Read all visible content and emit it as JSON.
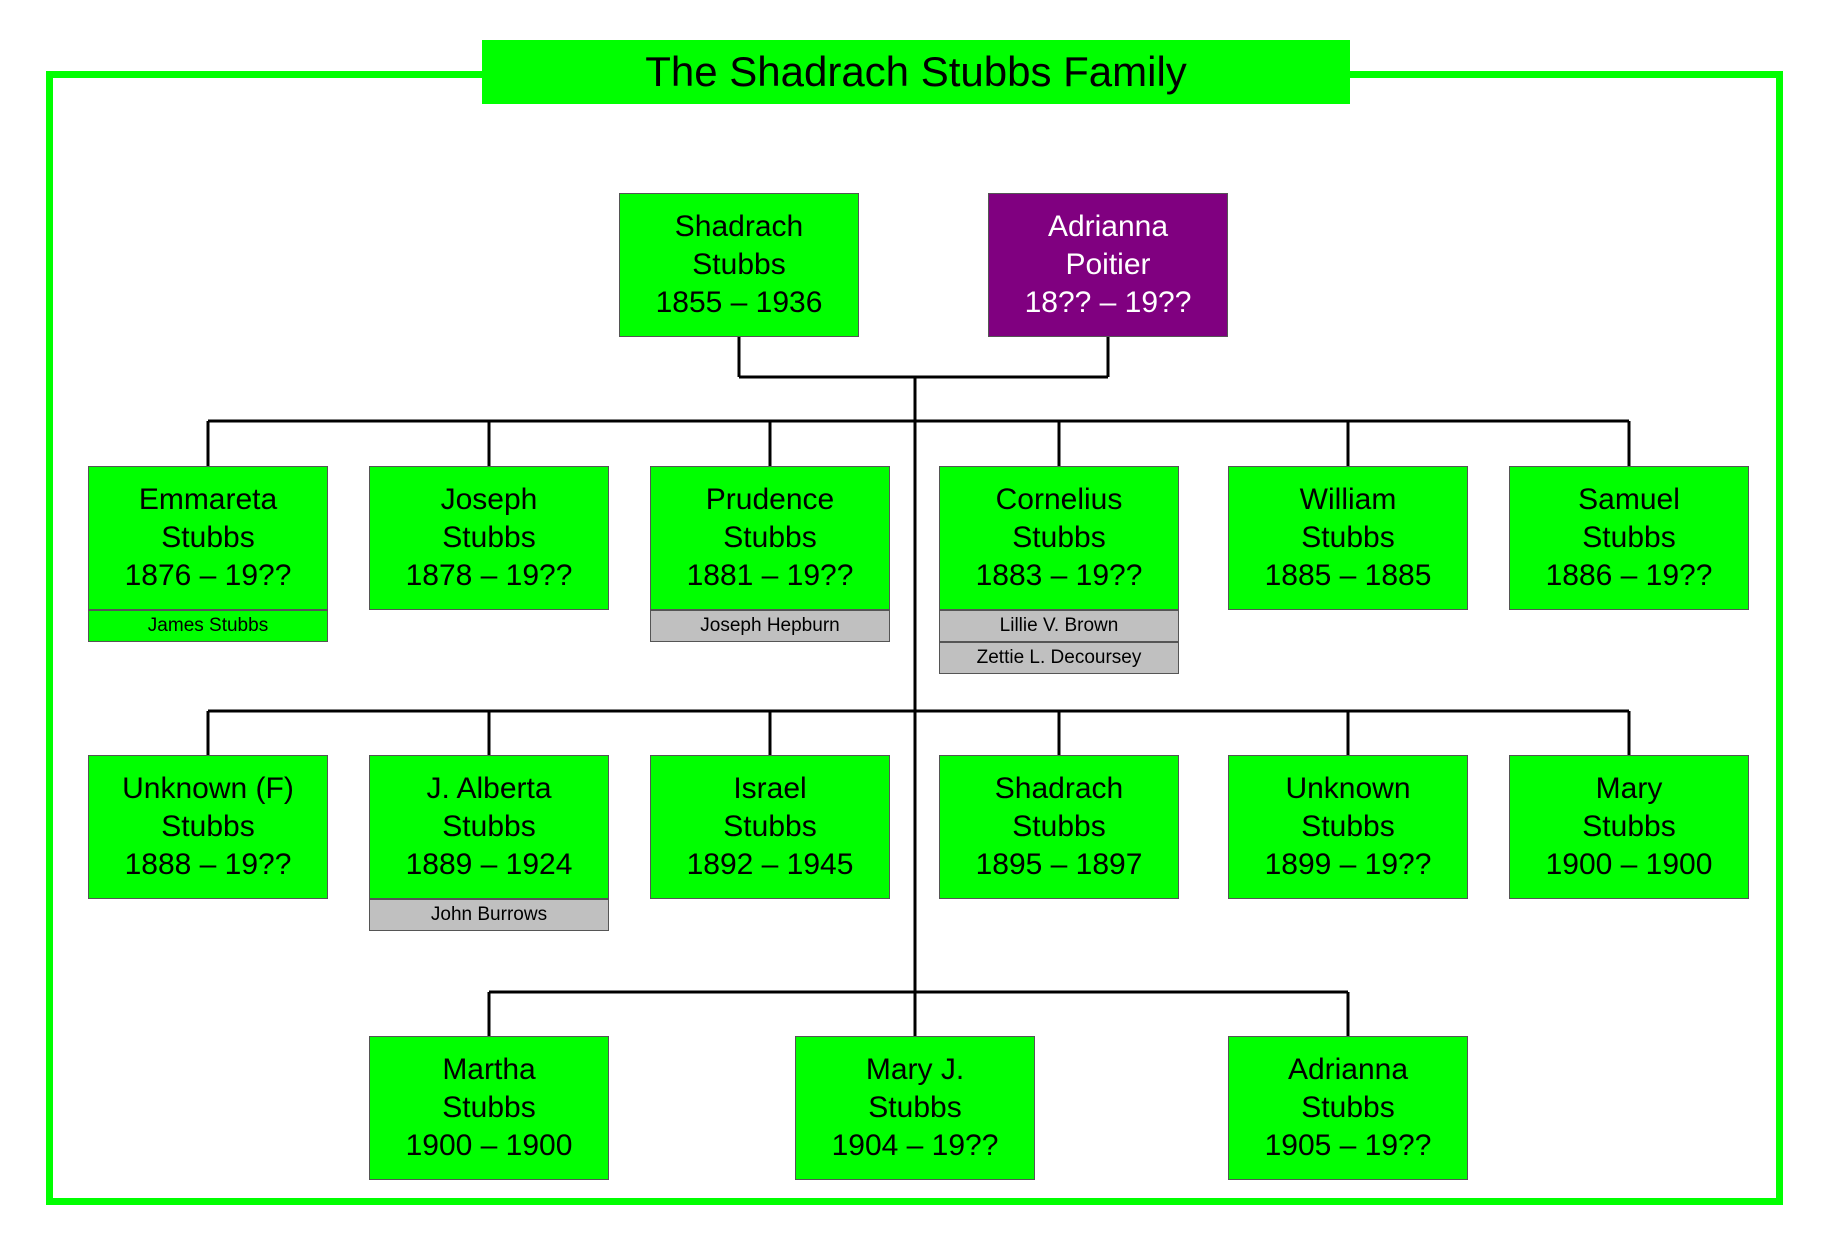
{
  "title": "The Shadrach Stubbs Family",
  "colors": {
    "frame": "#00ff00",
    "person": "#00ff00",
    "matriarch": "#800080",
    "spouse_gray": "#c0c0c0"
  },
  "parents": [
    {
      "first": "Shadrach",
      "last": "Stubbs",
      "years": "1855 – 1936"
    },
    {
      "first": "Adrianna",
      "last": "Poitier",
      "years": "18?? – 19??"
    }
  ],
  "children": [
    {
      "first": "Emmareta",
      "last": "Stubbs",
      "years": "1876 – 19??",
      "spouses": [
        {
          "name": "James Stubbs",
          "style": "green"
        }
      ]
    },
    {
      "first": "Joseph",
      "last": "Stubbs",
      "years": "1878 – 19??",
      "spouses": []
    },
    {
      "first": "Prudence",
      "last": "Stubbs",
      "years": "1881 – 19??",
      "spouses": [
        {
          "name": "Joseph Hepburn",
          "style": "gray"
        }
      ]
    },
    {
      "first": "Cornelius",
      "last": "Stubbs",
      "years": "1883 – 19??",
      "spouses": [
        {
          "name": "Lillie V. Brown",
          "style": "gray"
        },
        {
          "name": "Zettie L. Decoursey",
          "style": "gray"
        }
      ]
    },
    {
      "first": "William",
      "last": "Stubbs",
      "years": "1885 – 1885",
      "spouses": []
    },
    {
      "first": "Samuel",
      "last": "Stubbs",
      "years": "1886 – 19??",
      "spouses": []
    },
    {
      "first": "Unknown (F)",
      "last": "Stubbs",
      "years": "1888 – 19??",
      "spouses": []
    },
    {
      "first": "J. Alberta",
      "last": "Stubbs",
      "years": "1889 – 1924",
      "spouses": [
        {
          "name": "John Burrows",
          "style": "gray"
        }
      ]
    },
    {
      "first": "Israel",
      "last": "Stubbs",
      "years": "1892 – 1945",
      "spouses": []
    },
    {
      "first": "Shadrach",
      "last": "Stubbs",
      "years": "1895 – 1897",
      "spouses": []
    },
    {
      "first": "Unknown",
      "last": "Stubbs",
      "years": "1899 – 19??",
      "spouses": []
    },
    {
      "first": "Mary",
      "last": "Stubbs",
      "years": "1900 – 1900",
      "spouses": []
    },
    {
      "first": "Martha",
      "last": "Stubbs",
      "years": "1900 – 1900",
      "spouses": []
    },
    {
      "first": "Mary J.",
      "last": "Stubbs",
      "years": "1904 – 19??",
      "spouses": []
    },
    {
      "first": "Adrianna",
      "last": "Stubbs",
      "years": "1905 – 19??",
      "spouses": []
    }
  ]
}
